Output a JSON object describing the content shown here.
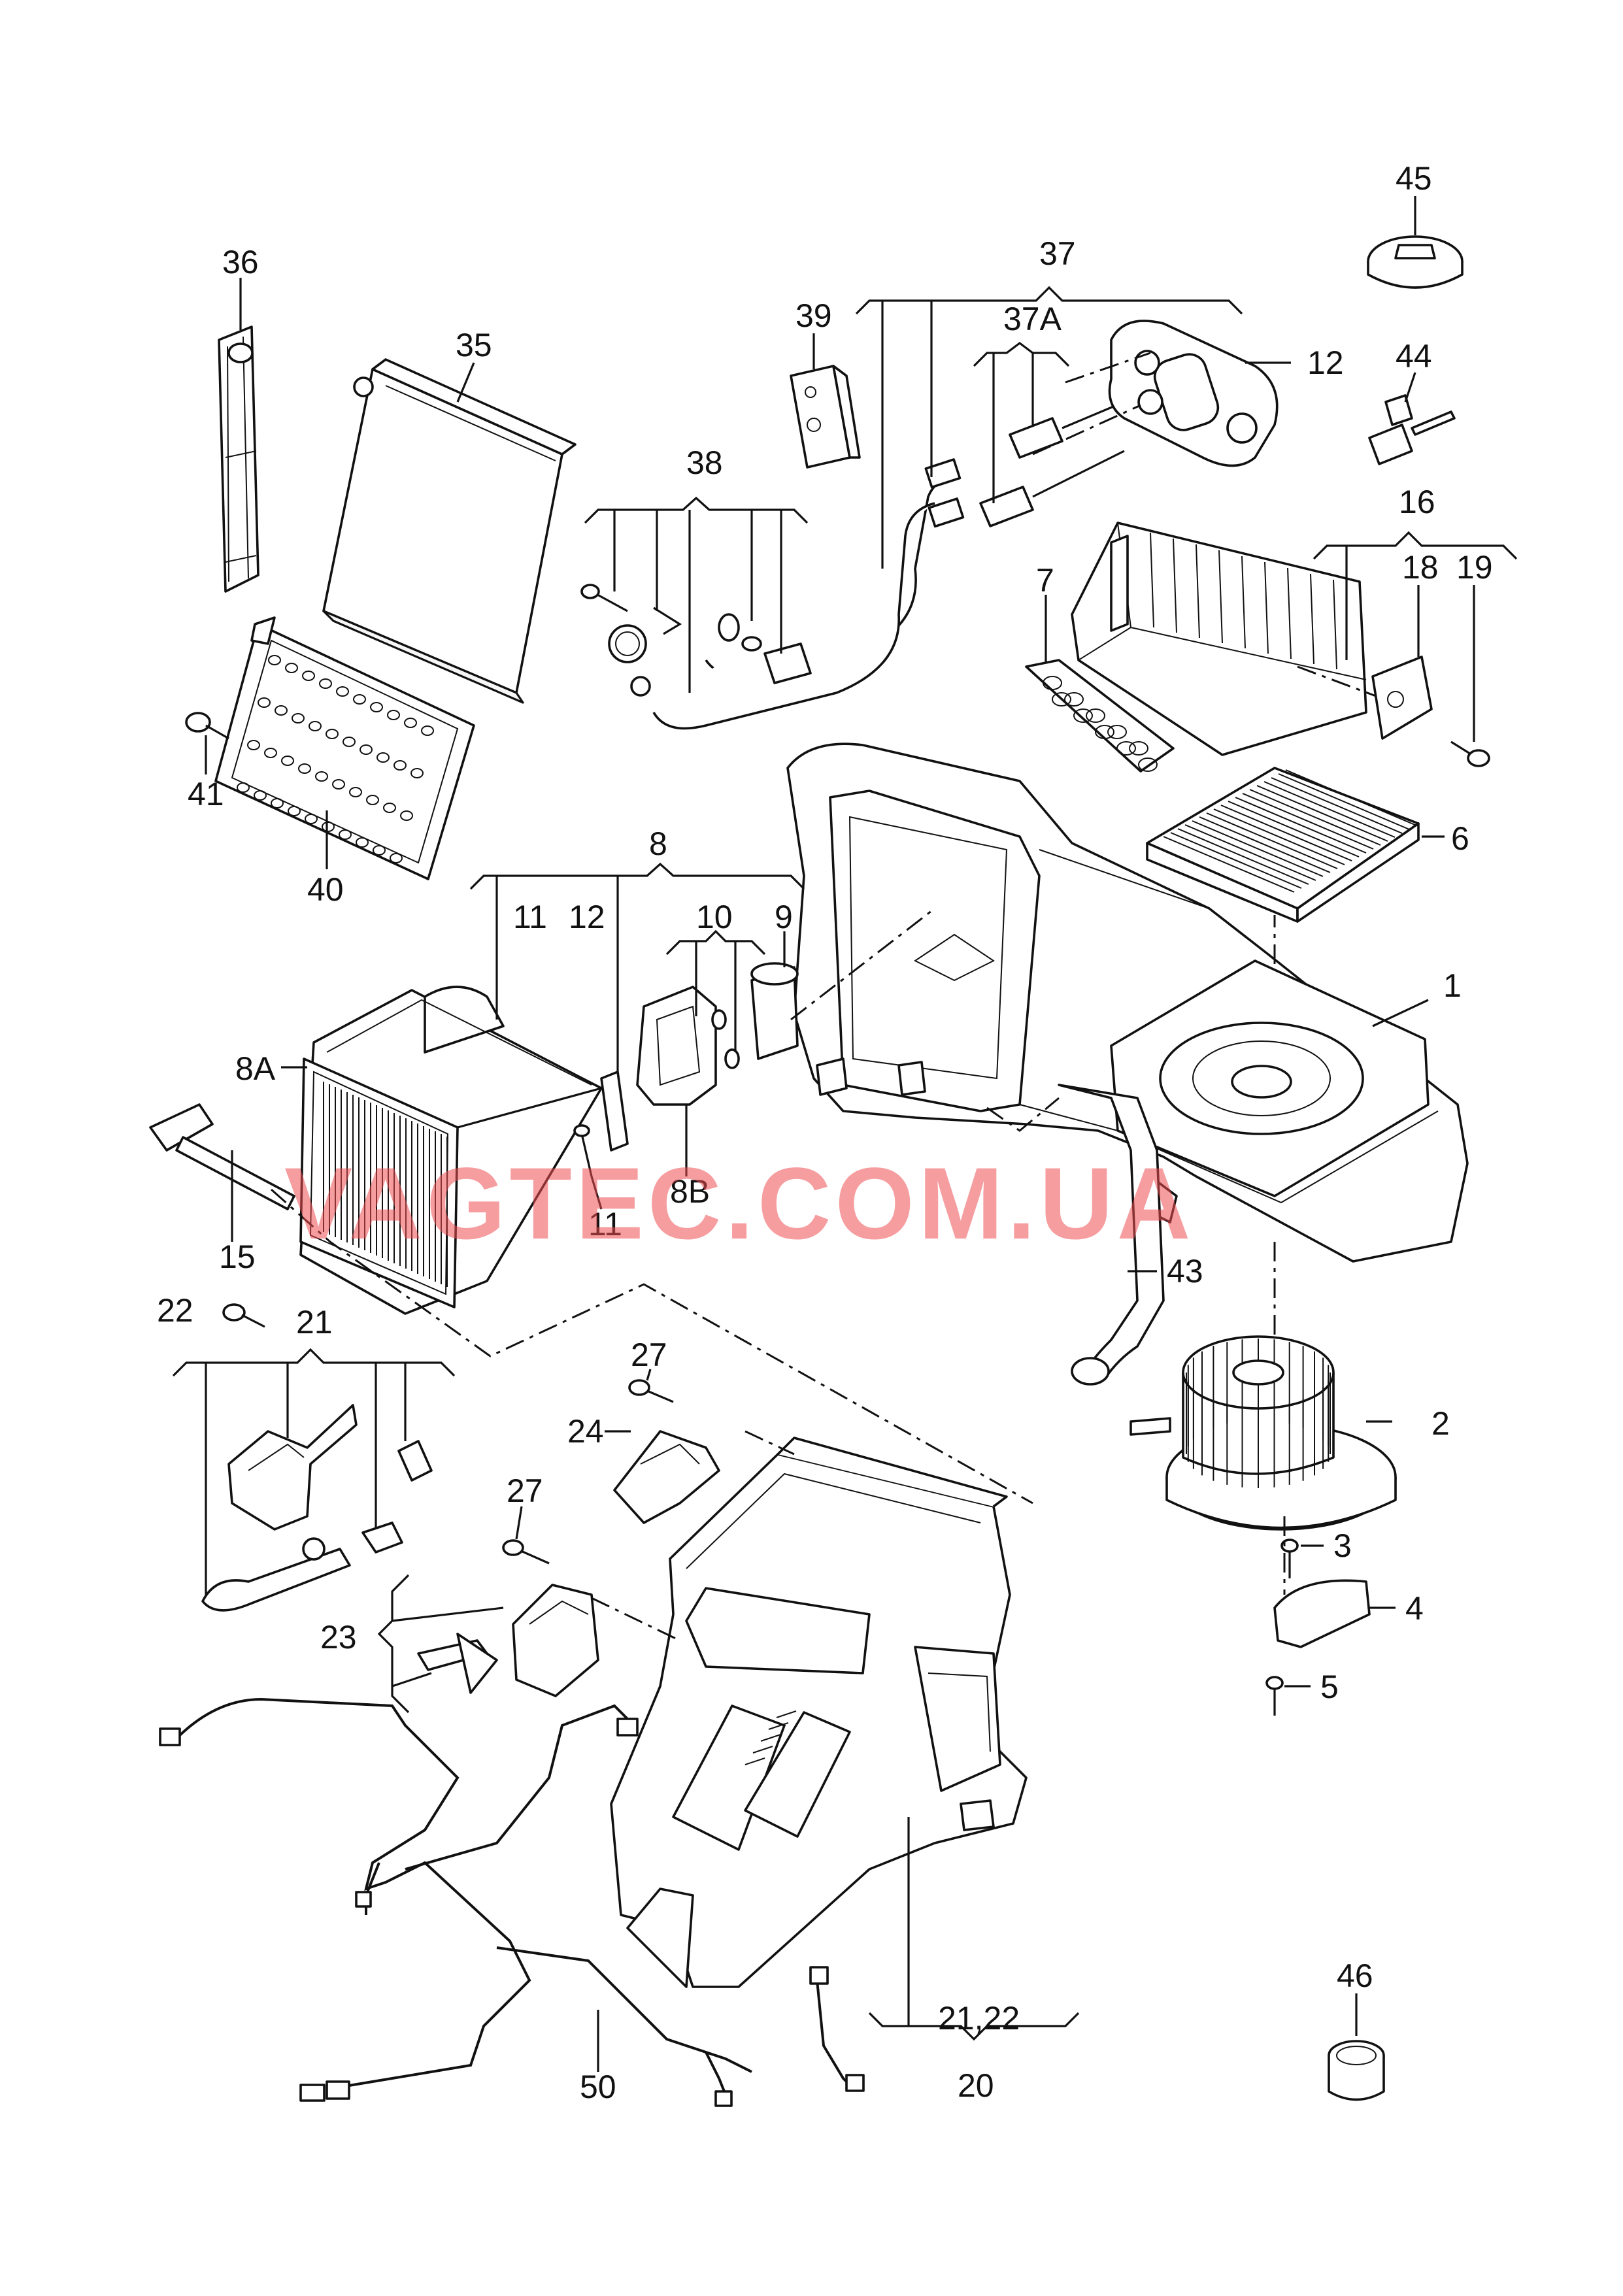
{
  "watermark": "VAGTEC.COM.UA",
  "colors": {
    "watermark": "#ee4c52",
    "lines": "#111111",
    "background": "#ffffff"
  },
  "labels": {
    "l1": "1",
    "l2": "2",
    "l3": "3",
    "l4": "4",
    "l5": "5",
    "l6": "6",
    "l7": "7",
    "l8": "8",
    "l8A": "8A",
    "l8B": "8B",
    "l9": "9",
    "l10": "10",
    "l11a": "11",
    "l11b": "11",
    "l12a": "12",
    "l12b": "12",
    "l15": "15",
    "l16": "16",
    "l18": "18",
    "l19": "19",
    "l20": "20",
    "l21a": "21",
    "l21_22": "21,22",
    "l22": "22",
    "l23": "23",
    "l24": "24",
    "l27a": "27",
    "l27b": "27",
    "l35": "35",
    "l36": "36",
    "l37": "37",
    "l37A": "37A",
    "l38": "38",
    "l39": "39",
    "l40": "40",
    "l41": "41",
    "l43": "43",
    "l44": "44",
    "l45": "45",
    "l46": "46",
    "l50": "50"
  }
}
